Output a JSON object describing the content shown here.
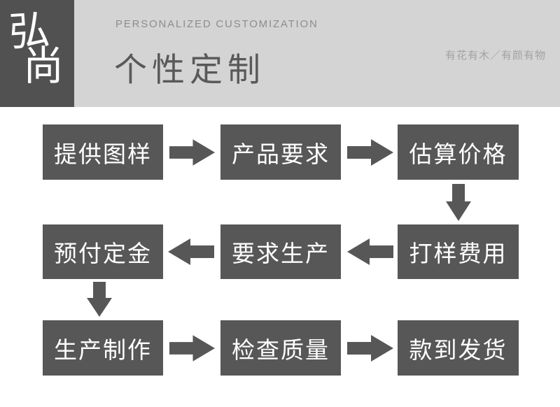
{
  "header": {
    "logo": {
      "top_char": "弘",
      "bottom_char": "尚"
    },
    "subtitle_en": "PERSONALIZED  CUSTOMIZATION",
    "title_cn": "个性定制",
    "tagline": "有花有木／有颜有物"
  },
  "flow": {
    "rows": [
      {
        "cells": [
          "提供图样",
          "产品要求",
          "估算价格"
        ]
      },
      {
        "cells": [
          "预付定金",
          "要求生产",
          "打样费用"
        ]
      },
      {
        "cells": [
          "生产制作",
          "检查质量",
          "款到发货"
        ]
      }
    ]
  },
  "icons": {
    "arrow_right": "➡",
    "arrow_left": "⬅",
    "arrow_down": "⬇"
  },
  "colors": {
    "page_bg": "#ffffff",
    "header_bg": "#d4d4d4",
    "logo_bg": "#515151",
    "box_bg": "#575757",
    "arrow": "#575757",
    "title_text": "#595959",
    "subtitle_text": "#8d8d8d",
    "tagline_text": "#a2a2a2",
    "box_text": "#ffffff"
  }
}
